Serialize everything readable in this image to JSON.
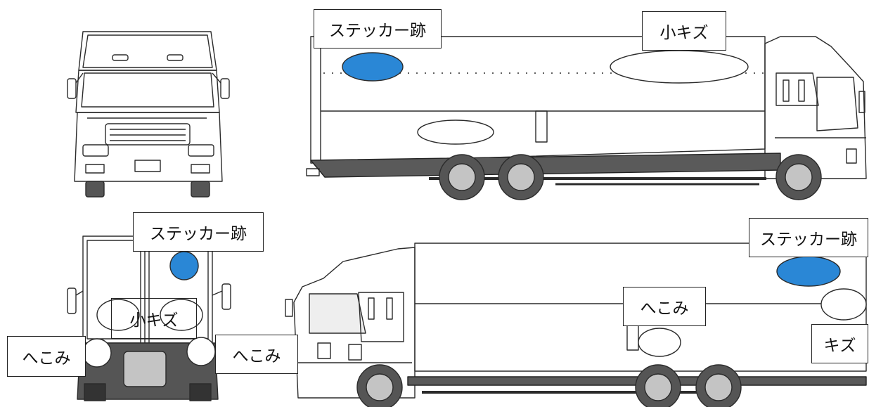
{
  "labels": {
    "side_right_sticker": "ステッカー跡",
    "side_right_scratch": "小キズ",
    "rear_sticker": "ステッカー跡",
    "rear_scratch": "小キズ",
    "rear_dent_left": "へこみ",
    "rear_dent_right": "へこみ",
    "side_left_sticker": "ステッカー跡",
    "side_left_dent": "へこみ",
    "side_left_scratch": "キズ"
  },
  "colors": {
    "sticker_mark": "#2a87d6",
    "outline": "#222222",
    "tire": "#555555",
    "hub": "#c4c4c4",
    "cab_shade": "#e6e6e6"
  }
}
